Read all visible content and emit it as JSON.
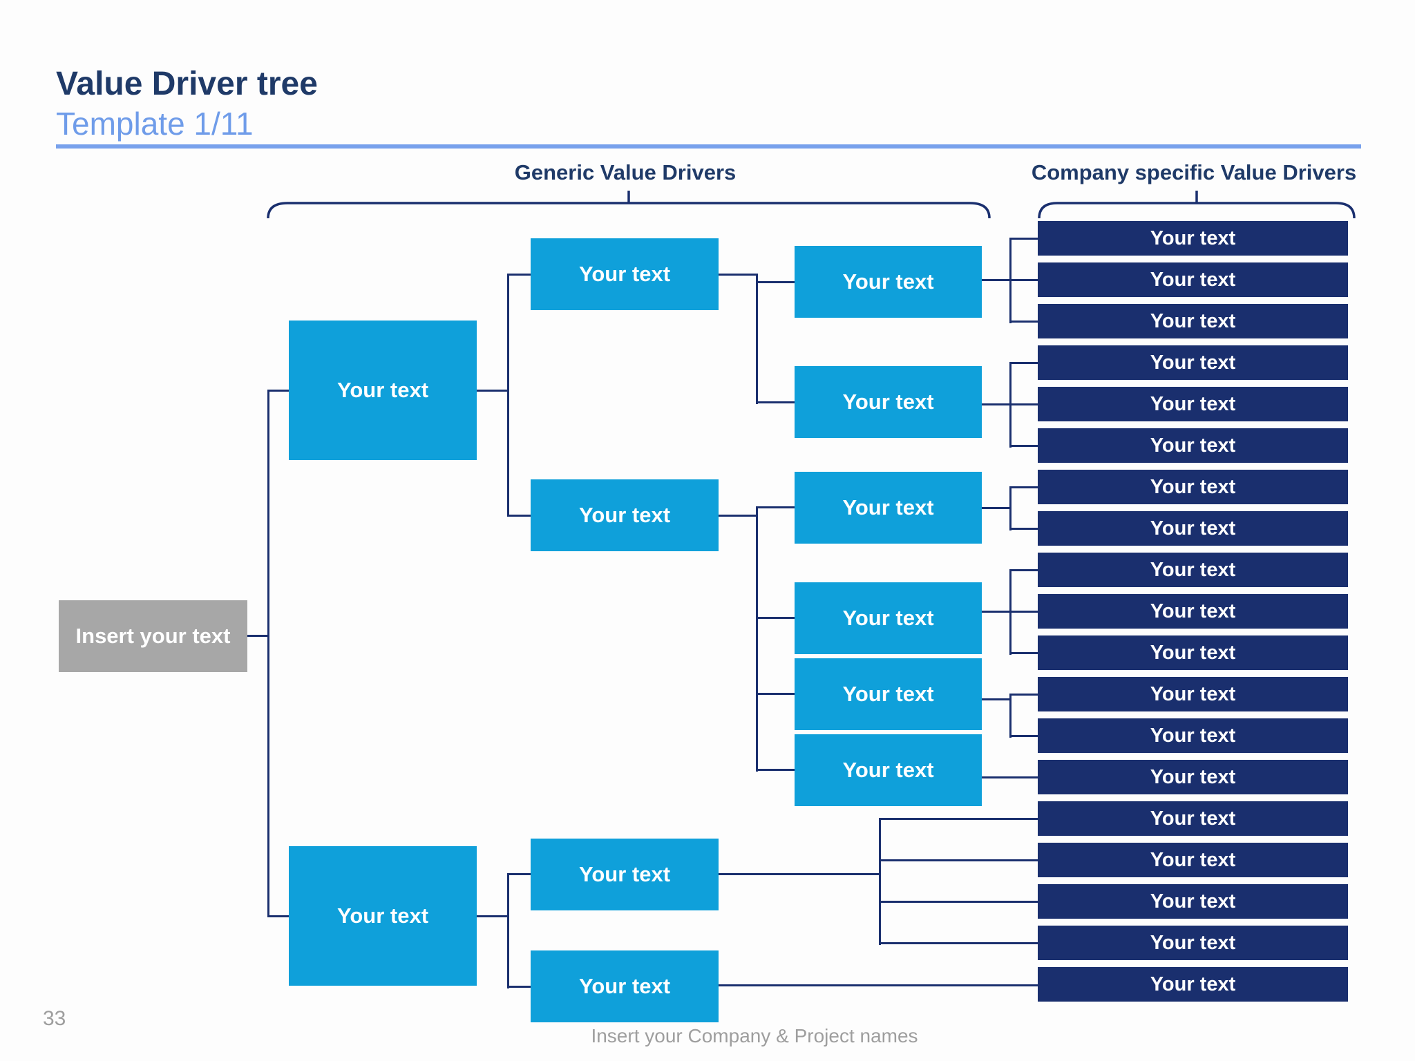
{
  "header": {
    "title": "Value Driver tree",
    "subtitle": "Template 1/11"
  },
  "sections": {
    "generic_label": "Generic Value Drivers",
    "company_label": "Company specific Value Drivers"
  },
  "root": {
    "label": "Insert your text"
  },
  "tree": {
    "level2": [
      "Your text",
      "Your text"
    ],
    "level3": [
      "Your text",
      "Your text",
      "Your text",
      "Your text"
    ],
    "level4": [
      "Your text",
      "Your text",
      "Your text",
      "Your text",
      "Your text",
      "Your text"
    ]
  },
  "company_bars": {
    "labels": [
      "Your text",
      "Your text",
      "Your text",
      "Your text",
      "Your text",
      "Your text",
      "Your text",
      "Your text",
      "Your text",
      "Your text",
      "Your text",
      "Your text",
      "Your text",
      "Your text",
      "Your text",
      "Your text",
      "Your text",
      "Your text",
      "Your text"
    ]
  },
  "footer": {
    "page_number": "33",
    "note": "Insert your Company & Project names"
  },
  "colors": {
    "accent_blue": "#0fa0da",
    "navy": "#1a2f6e",
    "title_navy": "#1f3a68",
    "subtitle_blue": "#6f9ce9",
    "rule_blue": "#78a1ec",
    "gray": "#a7a7a7",
    "footer_gray": "#9e9e9e"
  }
}
